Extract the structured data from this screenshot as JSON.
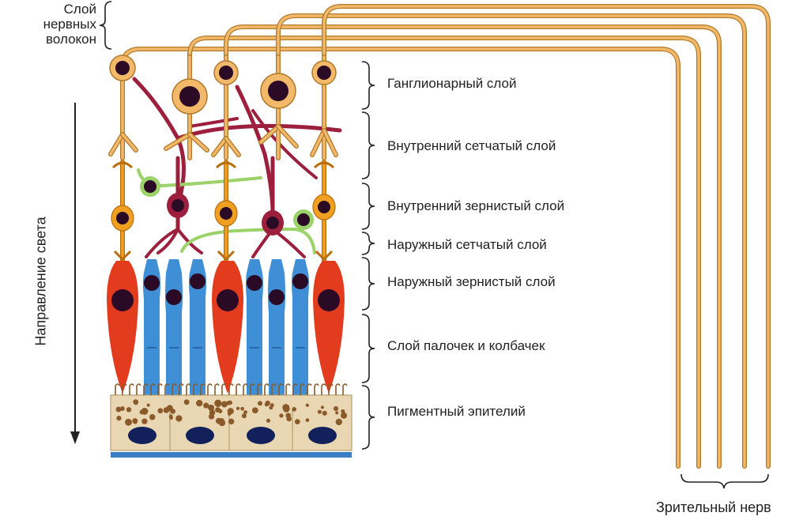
{
  "labels": {
    "nerve_fiber_layer": [
      "Слой",
      "нервных",
      "волокон"
    ],
    "light_direction": "Направление света",
    "optic_nerve": "Зрительный нерв",
    "layers": [
      "Ганглионарный слой",
      "Внутренний сетчатый слой",
      "Внутренний зернистый слой",
      "Наружный сетчатый слой",
      "Наружный зернистый слой",
      "Слой палочек и колбачек",
      "Пигментный эпителий"
    ]
  },
  "colors": {
    "ganglion": "#f3b96a",
    "ganglion_outline": "#b07a2a",
    "bipolar": "#f0a020",
    "amacrine": "#9c1f3d",
    "horizontal": "#9bd26a",
    "rod": "#3e8fd6",
    "cone": "#e23b1e",
    "nucleus": "#2a0a24",
    "epithelium": "#e9d7b3",
    "pigment": "#8a5a2a",
    "epi_nucleus": "#12205c",
    "membrane": "#3b7ec4"
  }
}
